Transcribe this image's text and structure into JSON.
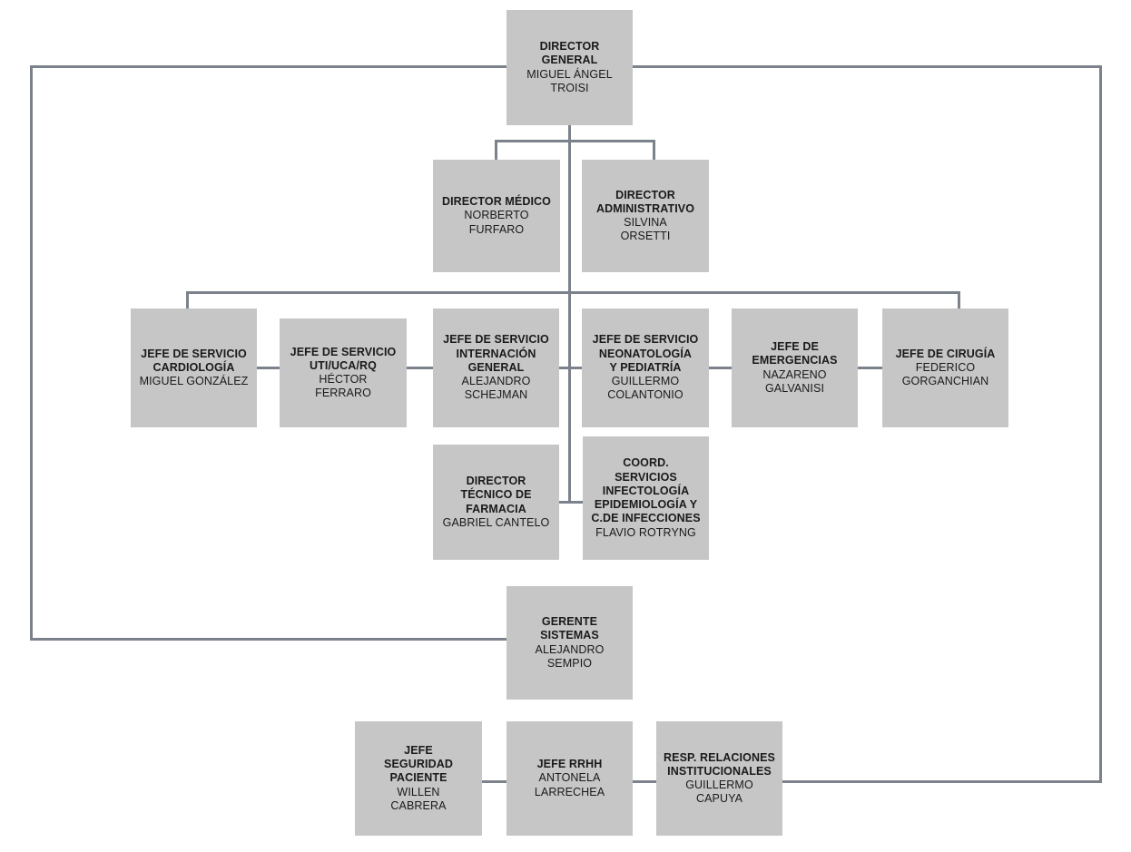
{
  "chart": {
    "type": "org-chart",
    "orientation": "top-down",
    "box_fill": "#c6c6c6",
    "line_color": "#7b828c",
    "background": "#ffffff",
    "nodes": [
      {
        "id": "director-general",
        "title": "DIRECTOR\nGENERAL",
        "person": "MIGUEL ÁNGEL\nTROISI",
        "level": 1
      },
      {
        "id": "director-medico",
        "title": "DIRECTOR MÉDICO",
        "person": "NORBERTO\nFURFARO",
        "level": 2
      },
      {
        "id": "director-administrativo",
        "title": "DIRECTOR\nADMINISTRATIVO",
        "person": "SILVINA\nORSETTI",
        "level": 2
      },
      {
        "id": "jefe-servicio-cardiologia",
        "title": "JEFE DE SERVICIO\nCARDIOLOGÍA",
        "person": "MIGUEL GONZÁLEZ",
        "level": 3
      },
      {
        "id": "jefe-servicio-uti-uca-rq",
        "title": "JEFE DE SERVICIO\nUTI/UCA/RQ",
        "person": "HÉCTOR\nFERRARO",
        "level": 3
      },
      {
        "id": "jefe-servicio-internacion-general",
        "title": "JEFE DE SERVICIO\nINTERNACIÓN\nGENERAL",
        "person": "ALEJANDRO\nSCHEJMAN",
        "level": 3
      },
      {
        "id": "jefe-servicio-neonatologia-pediatria",
        "title": "JEFE DE SERVICIO\nNEONATOLOGÍA\nY PEDIATRÍA",
        "person": "GUILLERMO\nCOLANTONIO",
        "level": 3
      },
      {
        "id": "jefe-emergencias",
        "title": "JEFE DE\nEMERGENCIAS",
        "person": "NAZARENO\nGALVANISI",
        "level": 3
      },
      {
        "id": "jefe-cirugia",
        "title": "JEFE DE CIRUGÍA",
        "person": "FEDERICO\nGORGANCHIAN",
        "level": 3
      },
      {
        "id": "director-tecnico-farmacia",
        "title": "DIRECTOR\nTÉCNICO DE\nFARMACIA",
        "person": "GABRIEL CANTELO",
        "level": 4
      },
      {
        "id": "coord-servicios-infectologia",
        "title": "COORD.\nSERVICIOS\nINFECTOLOGÍA\nEPIDEMIOLOGÍA Y\nC.DE INFECCIONES",
        "person": "FLAVIO ROTRYNG",
        "level": 4
      },
      {
        "id": "gerente-sistemas",
        "title": "GERENTE\nSISTEMAS",
        "person": "ALEJANDRO\nSEMPIO",
        "level": 5
      },
      {
        "id": "jefe-seguridad-paciente",
        "title": "JEFE\nSEGURIDAD\nPACIENTE",
        "person": "WILLEN\nCABRERA",
        "level": 6
      },
      {
        "id": "jefe-rrhh",
        "title": "JEFE RRHH",
        "person": "ANTONELA\nLARRECHEA",
        "level": 6
      },
      {
        "id": "resp-relaciones-institucionales",
        "title": "RESP. RELACIONES\nINSTITUCIONALES",
        "person": "GUILLERMO\nCAPUYA",
        "level": 6
      }
    ]
  }
}
